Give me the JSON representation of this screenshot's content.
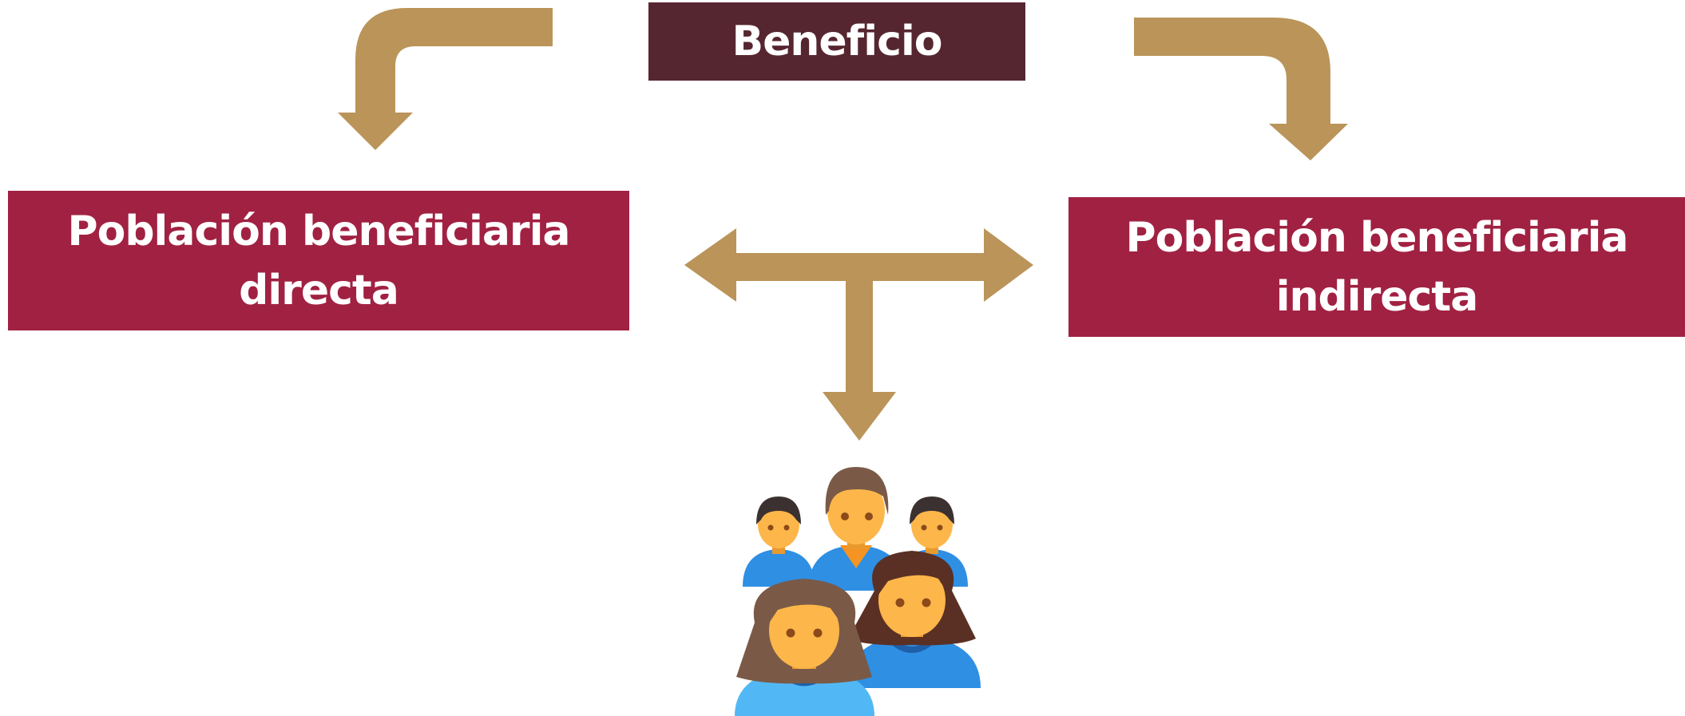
{
  "diagram": {
    "top_box": {
      "label": "Beneficio"
    },
    "left_box": {
      "line1": "Población beneficiaria",
      "line2": "directa"
    },
    "right_box": {
      "line1": "Población beneficiaria",
      "line2": "indirecta"
    }
  },
  "icons": {
    "people": "people-group-icon",
    "arrows": "arrow-icon"
  },
  "colors": {
    "top_box": "#562630",
    "side_boxes": "#A12142",
    "arrows": "#BA9459",
    "text": "#FFFFFF"
  }
}
